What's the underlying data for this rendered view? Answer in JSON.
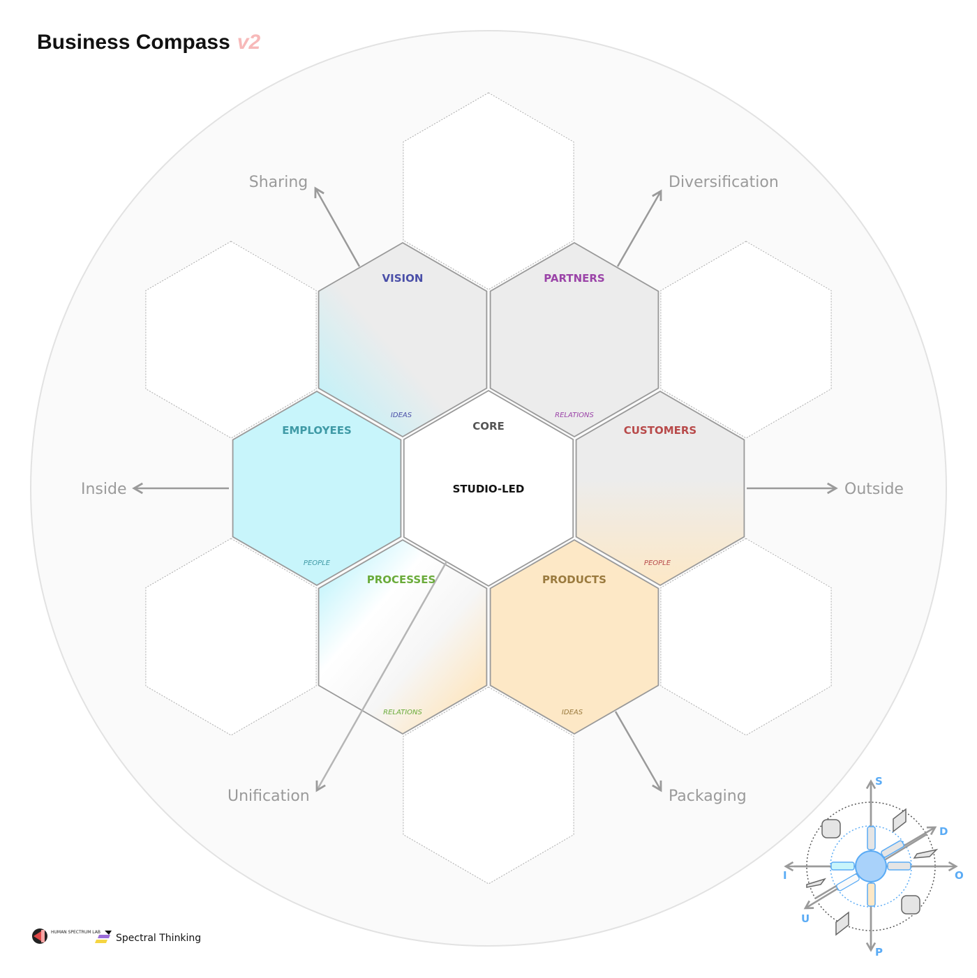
{
  "title": {
    "text": "Business Compass",
    "version": "v2"
  },
  "core": {
    "label": "CORE",
    "value": "STUDIO-LED"
  },
  "hexes": {
    "vision": {
      "label": "VISION",
      "sub": "IDEAS",
      "color": "#4a4fa8"
    },
    "partners": {
      "label": "PARTNERS",
      "sub": "RELATIONS",
      "color": "#9b44a8"
    },
    "employees": {
      "label": "EMPLOYEES",
      "sub": "PEOPLE",
      "color": "#3f9aa6"
    },
    "customers": {
      "label": "CUSTOMERS",
      "sub": "PEOPLE",
      "color": "#b84a4a"
    },
    "processes": {
      "label": "PROCESSES",
      "sub": "RELATIONS",
      "color": "#6aab3a"
    },
    "products": {
      "label": "PRODUCTS",
      "sub": "IDEAS",
      "color": "#9a7a3e"
    }
  },
  "directions": {
    "sharing": "Sharing",
    "diversification": "Diversification",
    "inside": "Inside",
    "outside": "Outside",
    "unification": "Unification",
    "packaging": "Packaging"
  },
  "compass": {
    "s": "S",
    "d": "D",
    "i": "I",
    "o": "O",
    "u": "U",
    "p": "P"
  },
  "logos": {
    "human_spectrum_lab": "HUMAN SPECTRUM LAB",
    "spectral_thinking": "Spectral Thinking"
  }
}
